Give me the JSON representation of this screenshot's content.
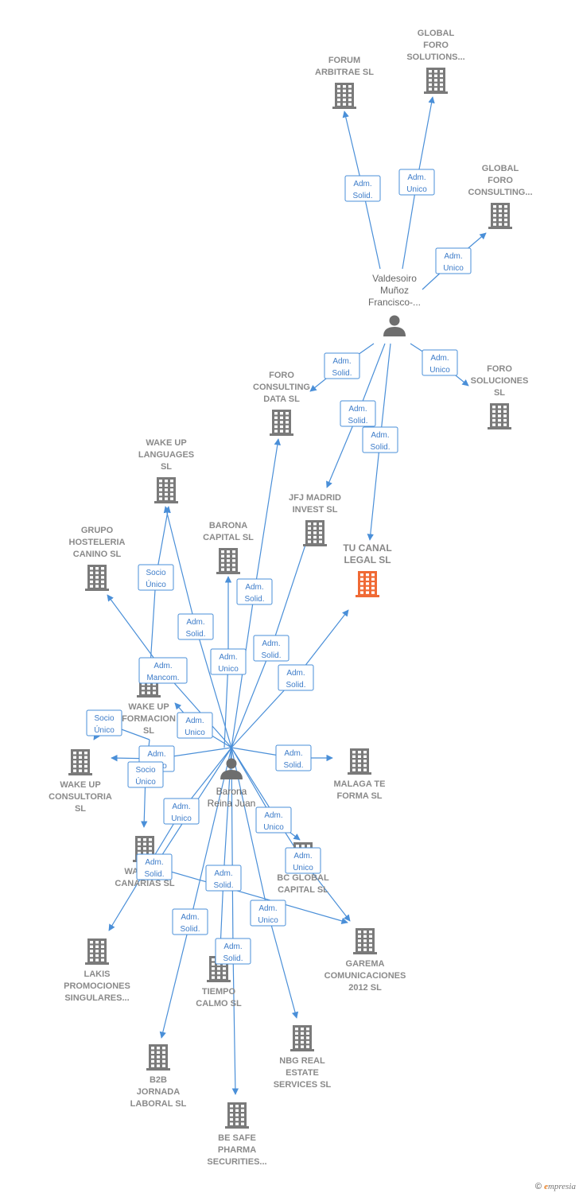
{
  "colors": {
    "edge": "#4a8fd8",
    "company": "#7a7a7a",
    "focus_company": "#f06a35",
    "person": "#6e6e6e"
  },
  "nodes": [
    {
      "id": "forum",
      "type": "company",
      "lines": [
        "FORUM",
        "ARBITRAE SL"
      ]
    },
    {
      "id": "gfs",
      "type": "company",
      "lines": [
        "GLOBAL",
        "FORO",
        "SOLUTIONS..."
      ]
    },
    {
      "id": "gfc",
      "type": "company",
      "lines": [
        "GLOBAL",
        "FORO",
        "CONSULTING..."
      ]
    },
    {
      "id": "valdesoiro",
      "type": "person",
      "lines": [
        "Valdesoiro",
        "Muñoz",
        "Francisco-..."
      ]
    },
    {
      "id": "fcd",
      "type": "company",
      "lines": [
        "FORO",
        "CONSULTING",
        "DATA  SL"
      ]
    },
    {
      "id": "fsol",
      "type": "company",
      "lines": [
        "FORO",
        "SOLUCIONES",
        "SL"
      ]
    },
    {
      "id": "wul",
      "type": "company",
      "lines": [
        "WAKE UP",
        "LANGUAGES",
        "SL"
      ]
    },
    {
      "id": "jfj",
      "type": "company",
      "lines": [
        "JFJ MADRID",
        "INVEST  SL"
      ]
    },
    {
      "id": "tucanal",
      "type": "focus",
      "lines": [
        "TU CANAL",
        "LEGAL  SL"
      ]
    },
    {
      "id": "grupo",
      "type": "company",
      "lines": [
        "GRUPO",
        "HOSTELERIA",
        "CANINO  SL"
      ]
    },
    {
      "id": "barcap",
      "type": "company",
      "lines": [
        "BARONA",
        "CAPITAL  SL"
      ]
    },
    {
      "id": "wuf",
      "type": "company",
      "lines": [
        "WAKE UP",
        "FORMACION",
        "SL"
      ]
    },
    {
      "id": "wuc",
      "type": "company",
      "lines": [
        "WAKE UP",
        "CONSULTORIA",
        "SL"
      ]
    },
    {
      "id": "malaga",
      "type": "company",
      "lines": [
        "MALAGA TE",
        "FORMA  SL"
      ]
    },
    {
      "id": "barona",
      "type": "person",
      "lines": [
        "Barona",
        "Reina Juan"
      ]
    },
    {
      "id": "wucan",
      "type": "company",
      "lines": [
        "WAKE UP",
        "CANARIAS  SL"
      ]
    },
    {
      "id": "bcg",
      "type": "company",
      "lines": [
        "BC GLOBAL",
        "CAPITAL  SL"
      ]
    },
    {
      "id": "lakis",
      "type": "company",
      "lines": [
        "LAKIS",
        "PROMOCIONES",
        "SINGULARES..."
      ]
    },
    {
      "id": "tiempo",
      "type": "company",
      "lines": [
        "TIEMPO",
        "CALMO  SL"
      ]
    },
    {
      "id": "garema",
      "type": "company",
      "lines": [
        "GAREMA",
        "COMUNICACIONES",
        "2012 SL"
      ]
    },
    {
      "id": "nbg",
      "type": "company",
      "lines": [
        "NBG REAL",
        "ESTATE",
        "SERVICES  SL"
      ]
    },
    {
      "id": "b2b",
      "type": "company",
      "lines": [
        "B2B",
        "JORNADA",
        "LABORAL  SL"
      ]
    },
    {
      "id": "besafe",
      "type": "company",
      "lines": [
        "BE SAFE",
        "PHARMA",
        "SECURITIES..."
      ]
    }
  ],
  "edges": [
    {
      "from": "valdesoiro",
      "to": "forum",
      "label": [
        "Adm.",
        "Solid."
      ]
    },
    {
      "from": "valdesoiro",
      "to": "gfs",
      "label": [
        "Adm.",
        "Unico"
      ]
    },
    {
      "from": "valdesoiro",
      "to": "gfc",
      "label": [
        "Adm.",
        "Unico"
      ]
    },
    {
      "from": "valdesoiro",
      "to": "fcd",
      "label": [
        "Adm.",
        "Solid."
      ]
    },
    {
      "from": "valdesoiro",
      "to": "fsol",
      "label": [
        "Adm.",
        "Unico"
      ]
    },
    {
      "from": "valdesoiro",
      "to": "jfj",
      "label": [
        "Adm.",
        "Solid."
      ]
    },
    {
      "from": "valdesoiro",
      "to": "tucanal",
      "label": [
        "Adm.",
        "Solid."
      ]
    },
    {
      "from": "barona",
      "to": "fcd",
      "label": [
        "Adm.",
        "Solid."
      ]
    },
    {
      "from": "barona",
      "to": "wul",
      "label": [
        "Adm.",
        "Solid."
      ]
    },
    {
      "from": "wuf",
      "to": "wul",
      "label": [
        "Socio",
        "Único"
      ]
    },
    {
      "from": "barona",
      "to": "grupo",
      "label": [
        "Adm.",
        "Mancom."
      ]
    },
    {
      "from": "barona",
      "to": "barcap",
      "label": [
        "Adm.",
        "Unico"
      ]
    },
    {
      "from": "barona",
      "to": "jfj",
      "label": [
        "Adm.",
        "Solid."
      ]
    },
    {
      "from": "barona",
      "to": "tucanal",
      "label": [
        "Adm.",
        "Solid."
      ]
    },
    {
      "from": "barona",
      "to": "wuf",
      "label": [
        "Adm.",
        "Unico"
      ]
    },
    {
      "from": "wuf",
      "to": "wuc",
      "label": [
        "Socio",
        "Único"
      ]
    },
    {
      "from": "barona",
      "to": "wuc",
      "label": [
        "Adm.",
        "Unico"
      ]
    },
    {
      "from": "wuf",
      "to": "wucan",
      "label": [
        "Socio",
        "Único"
      ]
    },
    {
      "from": "barona",
      "to": "malaga",
      "label": [
        "Adm.",
        "Solid."
      ]
    },
    {
      "from": "barona",
      "to": "wucan",
      "label": [
        "Adm.",
        "Unico"
      ]
    },
    {
      "from": "barona",
      "to": "lakis",
      "label": [
        "Adm.",
        "Solid."
      ]
    },
    {
      "from": "barona",
      "to": "bcg",
      "label": [
        "Adm.",
        "Unico"
      ]
    },
    {
      "from": "barona",
      "to": "garema",
      "label": [
        "Adm.",
        "Unico"
      ]
    },
    {
      "from": "barona",
      "to": "tiempo",
      "label": [
        "Adm.",
        "Solid."
      ]
    },
    {
      "from": "barona",
      "to": "nbg",
      "label": [
        "Adm.",
        "Solid."
      ]
    },
    {
      "from": "barona",
      "to": "b2b",
      "label": [
        "Adm.",
        "Unico"
      ]
    },
    {
      "from": "barona",
      "to": "besafe",
      "label": [
        "Adm.",
        "Solid."
      ]
    }
  ],
  "footer": {
    "copyright": "©",
    "brand_initial": "e",
    "brand_rest": "mpresia"
  }
}
